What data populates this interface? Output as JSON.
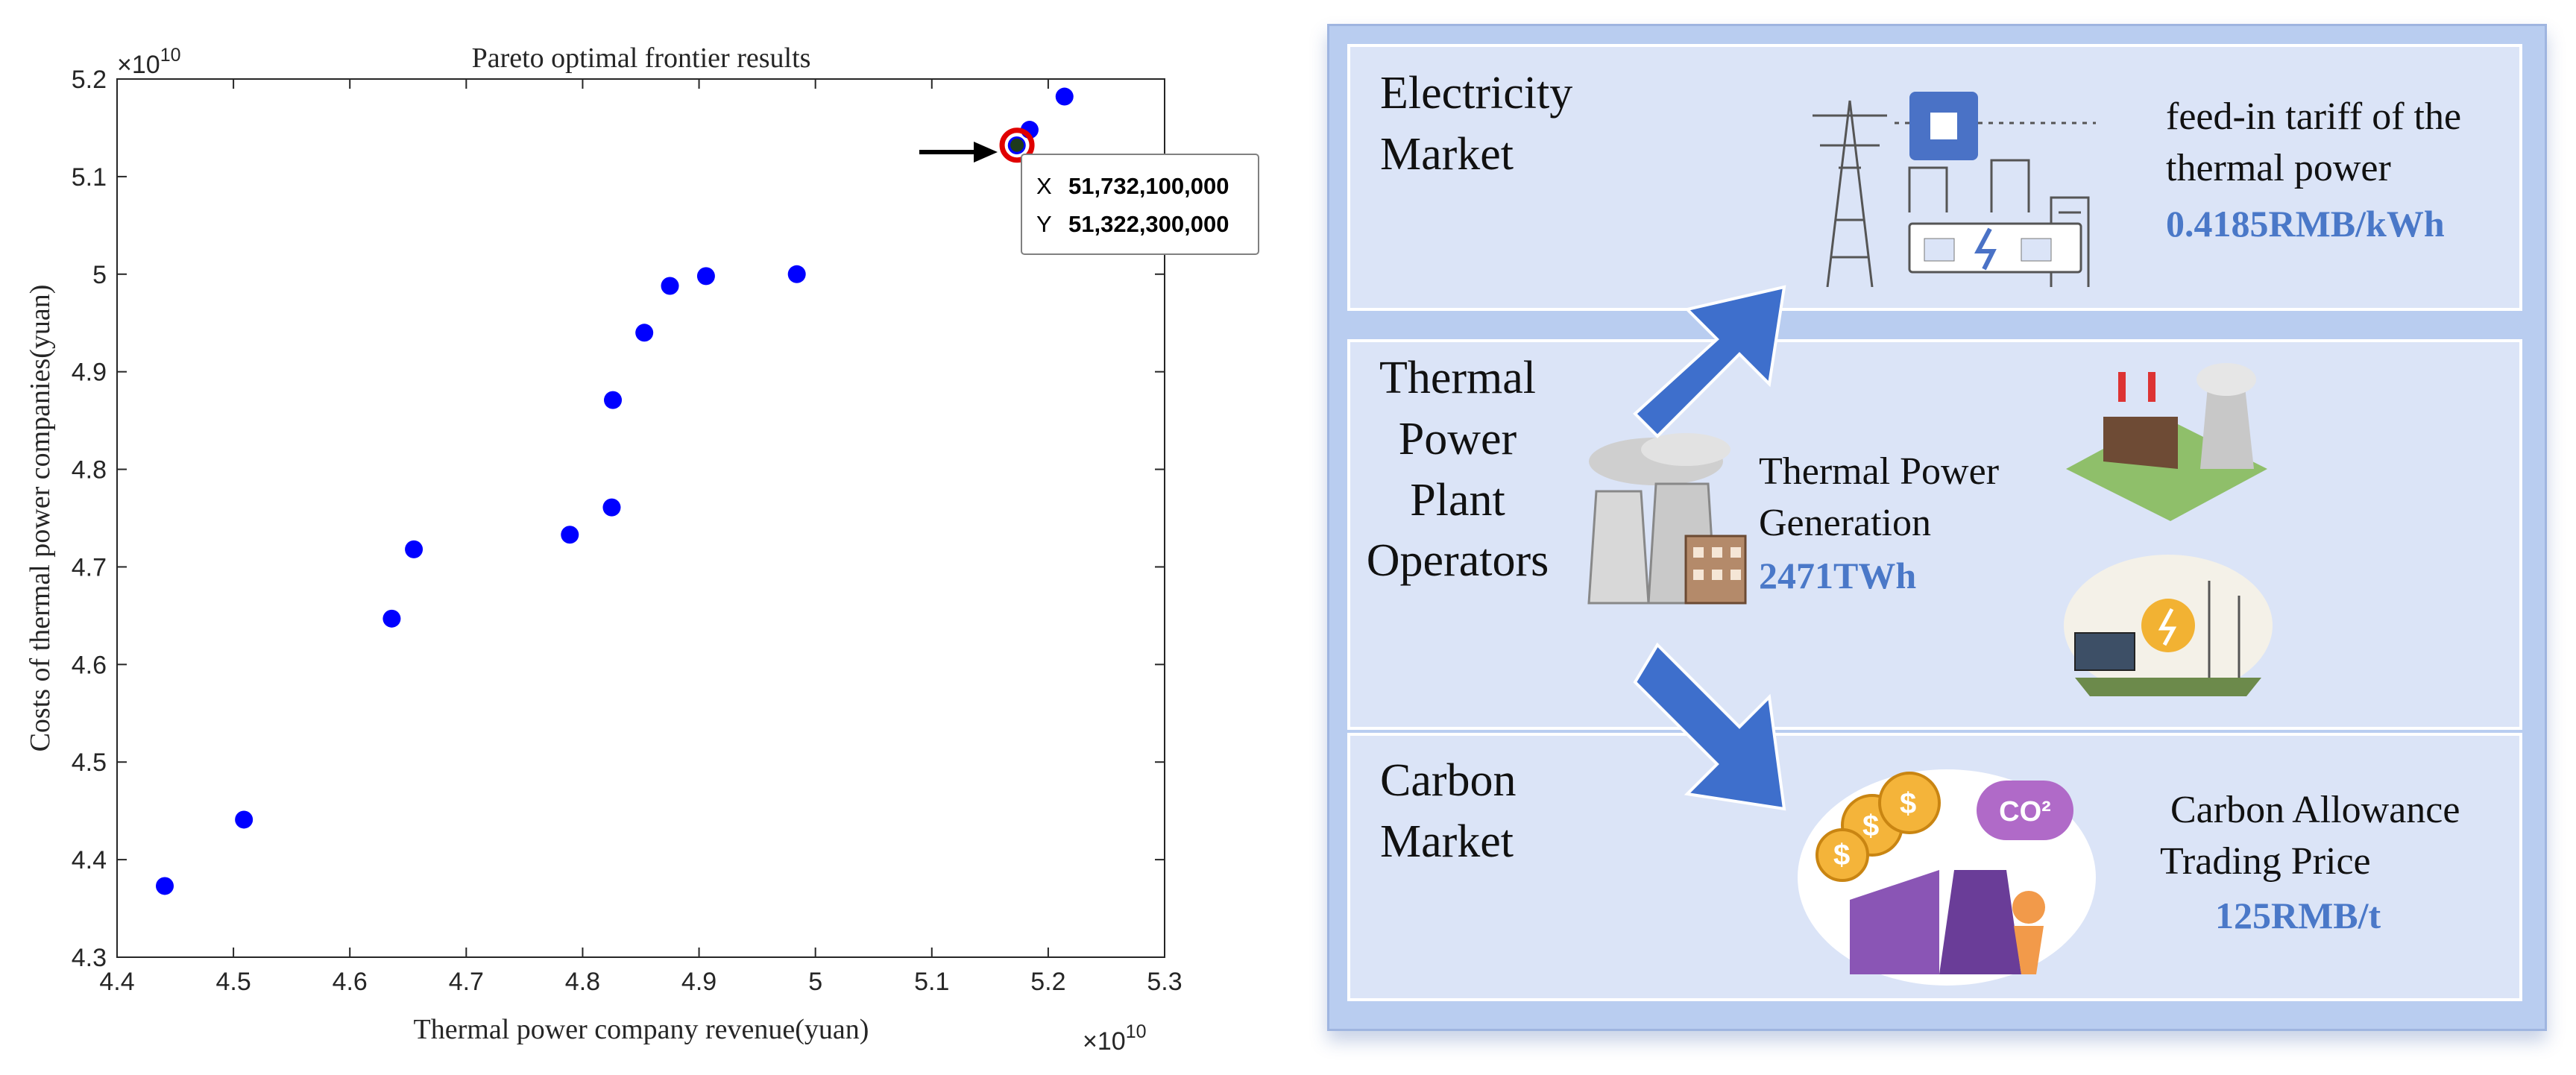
{
  "chart_data": {
    "type": "scatter",
    "title": "Pareto optimal frontier results",
    "xlabel": "Thermal power company revenue(yuan)",
    "ylabel": "Costs of thermal power companies(yuan)",
    "xlim": [
      4.4,
      5.3
    ],
    "ylim": [
      4.3,
      5.2
    ],
    "x_ticks": [
      "4.4",
      "4.5",
      "4.6",
      "4.7",
      "4.8",
      "4.9",
      "5",
      "5.1",
      "5.2",
      "5.3"
    ],
    "y_ticks": [
      "4.3",
      "4.4",
      "4.5",
      "4.6",
      "4.7",
      "4.8",
      "4.9",
      "5",
      "5.1",
      "5.2"
    ],
    "x_exponent": "×10",
    "x_exponent_power": "10",
    "y_exponent": "×10",
    "y_exponent_power": "10",
    "marker_color": "#0000ff",
    "grid": false,
    "series": [
      {
        "x": [
          4.441,
          4.509,
          4.636,
          4.655,
          4.789,
          4.825,
          4.826,
          4.853,
          4.875,
          4.906,
          4.984,
          5.173,
          5.184,
          5.214
        ],
        "y": [
          4.373,
          4.441,
          4.647,
          4.718,
          4.733,
          4.761,
          4.871,
          4.94,
          4.988,
          4.998,
          5.0,
          5.132,
          5.148,
          5.182
        ]
      }
    ],
    "highlight": {
      "x": 5.1732,
      "y": 5.1322,
      "color": "#e00000"
    },
    "tooltip": {
      "x_label": "X",
      "x_value": "51,732,100,000",
      "y_label": "Y",
      "y_value": "51,322,300,000"
    }
  },
  "diagram": {
    "electricity": {
      "title_line1": "Electricity",
      "title_line2": "Market",
      "desc_line1": "feed-in tariff of the",
      "desc_line2": "thermal power",
      "value": "0.4185RMB/kWh"
    },
    "thermal": {
      "title_line1": "Thermal",
      "title_line2": "Power",
      "title_line3": "Plant",
      "title_line4": "Operators",
      "desc_line1": "Thermal Power",
      "desc_line2": "Generation",
      "value": "2471TWh"
    },
    "carbon": {
      "title_line1": "Carbon",
      "title_line2": "Market",
      "desc_line1": "Carbon Allowance",
      "desc_line2": "Trading Price",
      "value": "125RMB/t",
      "co2_label": "CO²"
    },
    "colors": {
      "arrow": "#3e6fcc",
      "value_text": "#4a78c8"
    }
  }
}
